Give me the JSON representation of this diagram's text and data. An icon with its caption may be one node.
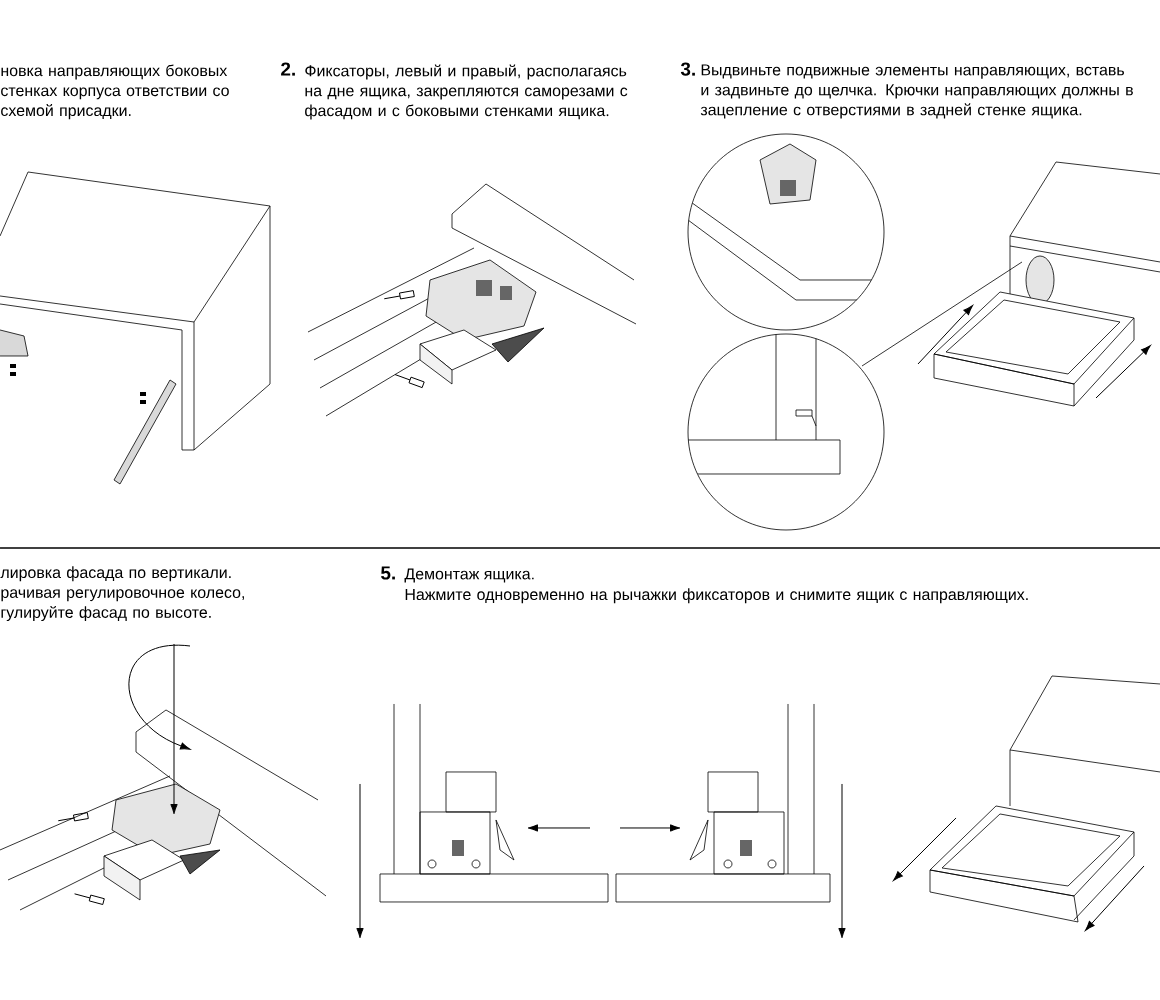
{
  "diagram": {
    "labels": [
      "новка направляющих боковых стенках корпуса ответствии со схемой присадки.",
      "2.",
      "Фиксаторы, левый и правый, располагаясь на дне ящика, закрепляются саморезами с фасадом и с боковыми стенками ящика.",
      "3.",
      "Выдвиньте подвижные элементы направляющих, вставь и задвиньте до щелчка. Крючки направляющих должны в зацепление с отверстиями в задней стенке ящика.",
      "лировка фасада по вертикали. рачивая регулировочное колесо, гулируйте фасад по высоте.",
      "5.",
      "Демонтаж ящика.",
      "Нажмите одновременно на рычажки фиксаторов и снимите ящик с направляющих."
    ]
  }
}
